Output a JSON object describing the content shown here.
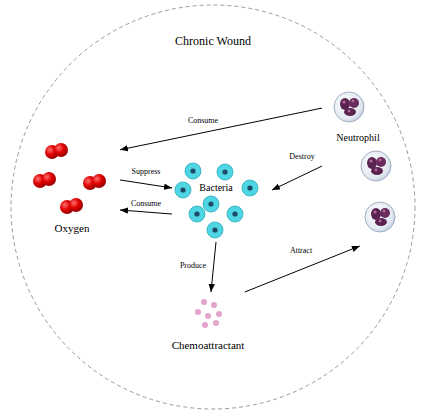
{
  "diagram": {
    "nodes": [
      {
        "text": [
          "Chronic Wound"
        ]
      },
      {
        "text": [
          "Oxygen"
        ],
        "in": 0
      },
      {
        "text": [
          "Bacteria"
        ],
        "in": 0
      },
      {
        "text": [
          "Neutrophil"
        ],
        "in": 0
      },
      {
        "text": [
          "Chemoattractant"
        ],
        "in": 0
      }
    ],
    "edges": [
      {
        "from": 3,
        "to": 1,
        "label": "Consume",
        "arrow": "to"
      },
      {
        "from": 3,
        "to": 2,
        "label": "Destroy",
        "arrow": "to"
      },
      {
        "from": 1,
        "to": 2,
        "label": "Suppress",
        "arrow": "to"
      },
      {
        "from": 2,
        "to": 1,
        "label": "Consume",
        "arrow": "to"
      },
      {
        "from": 2,
        "to": 4,
        "label": "Produce",
        "arrow": "to"
      },
      {
        "from": 4,
        "to": 3,
        "label": "Attract",
        "arrow": "to"
      }
    ]
  }
}
